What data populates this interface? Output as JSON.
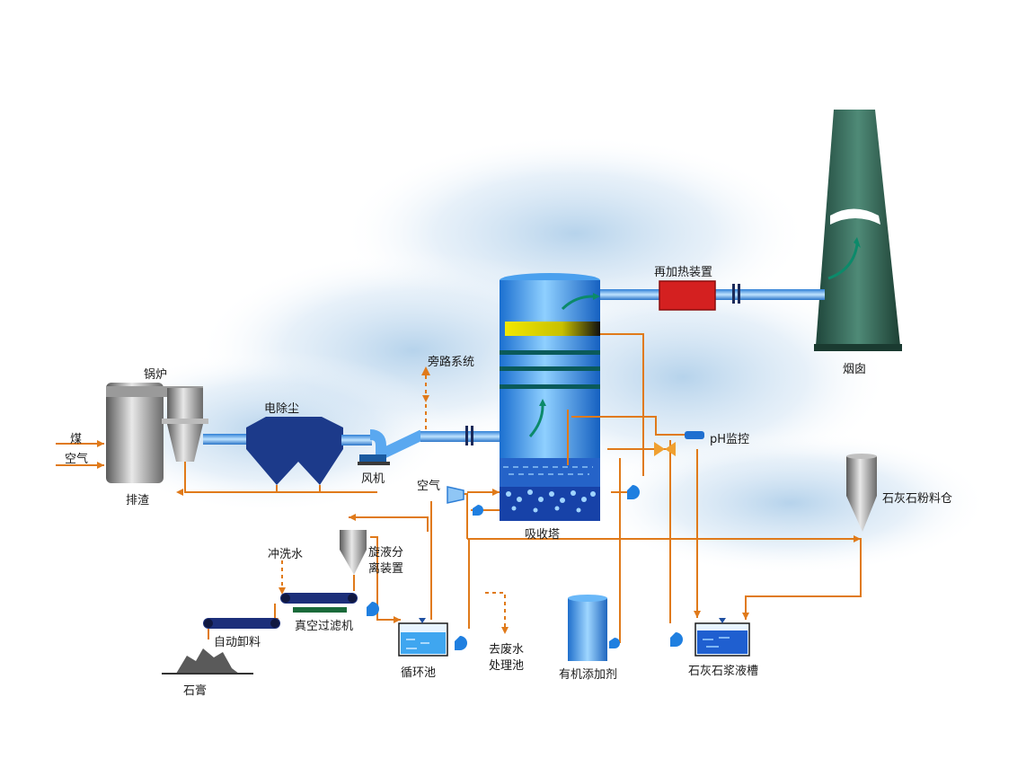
{
  "labels": {
    "boiler": "锅炉",
    "coal": "煤",
    "air_in": "空气",
    "slag": "排渣",
    "esp": "电除尘",
    "fan": "风机",
    "bypass": "旁路系统",
    "reheater": "再加热装置",
    "chimney": "烟囱",
    "ph": "pH监控",
    "absorber": "吸收塔",
    "air_blower": "空气",
    "limestone_silo": "石灰石粉料仓",
    "hydrocyclone_1": "旋液分",
    "hydrocyclone_2": "离装置",
    "flush_water": "冲洗水",
    "vacuum_filter": "真空过滤机",
    "auto_unload": "自动卸料",
    "gypsum": "石膏",
    "circ_tank": "循环池",
    "waste_1": "去废水",
    "waste_2": "处理池",
    "organic": "有机添加剂",
    "slurry_tank": "石灰石浆液槽"
  },
  "colors": {
    "pipe_blue": "#2f7fd6",
    "pipe_light": "#8fc6f5",
    "orange": "#e07a1a",
    "esp_navy": "#1c3a8a",
    "reheater_red": "#d42020",
    "chimney_green": "#2f5d4f",
    "silver": "#8a8a8a"
  }
}
